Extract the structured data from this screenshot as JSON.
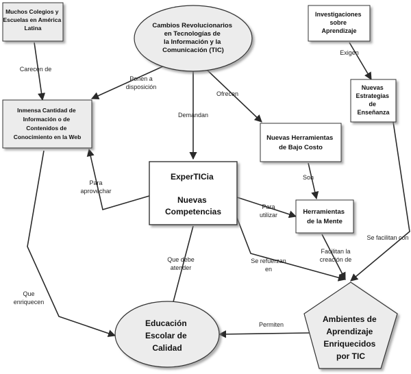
{
  "nodes": {
    "colegios": {
      "lines": [
        "Muchos Colegios y",
        "Escuelas en América",
        "Latina"
      ]
    },
    "tic": {
      "lines": [
        "Cambios Revolucionarios",
        "en Tecnologías de",
        "la Información y la",
        "Comunicación (TIC)"
      ]
    },
    "investigaciones": {
      "lines": [
        "Investigaciones",
        "sobre",
        "Aprendizaje"
      ]
    },
    "cantidad": {
      "lines": [
        "Inmensa Cantidad de",
        "Información o de",
        "Contenidos de",
        "Conocimiento en la Web"
      ]
    },
    "estrategias": {
      "lines": [
        "Nuevas",
        "Estrategias",
        "de",
        "Enseñanza"
      ]
    },
    "herramientas_bajo": {
      "lines": [
        "Nuevas Herramientas",
        "de Bajo Costo"
      ]
    },
    "expertic": {
      "lines": [
        "ExperTICia",
        "",
        "Nuevas",
        "Competencias"
      ]
    },
    "herramientas_mente": {
      "lines": [
        "Herramientas",
        "de la Mente"
      ]
    },
    "educacion": {
      "lines": [
        "Educación",
        "Escolar de",
        "Calidad"
      ]
    },
    "ambientes": {
      "lines": [
        "Ambientes de",
        "Aprendizaje",
        "Enriquecidos",
        "por TIC"
      ]
    }
  },
  "labels": {
    "carecen": [
      "Carecen de"
    ],
    "ponen": [
      "Ponen a",
      "disposición"
    ],
    "ofrecen": [
      "Ofrecen"
    ],
    "exigen": [
      "Exigen"
    ],
    "demandan": [
      "Demandan"
    ],
    "son": [
      "Son"
    ],
    "para_aprovechar": [
      "Para",
      "aprovechar"
    ],
    "para_utilizar": [
      "Para",
      "utilizar"
    ],
    "se_facilitan": [
      "Se facilitan con"
    ],
    "facilitan_creacion": [
      "Facilitan la",
      "creación de"
    ],
    "que_debe": [
      "Que debe",
      "atender"
    ],
    "se_refuerzan": [
      "Se refuerzan",
      "en"
    ],
    "que_enriquecen": [
      "Que",
      "enriquecen"
    ],
    "permiten": [
      "Permiten"
    ]
  },
  "colors": {
    "box_fill": "#ececec",
    "box_stroke": "#333333",
    "line": "#2a2a2a",
    "page_bg": "#ffffff"
  }
}
